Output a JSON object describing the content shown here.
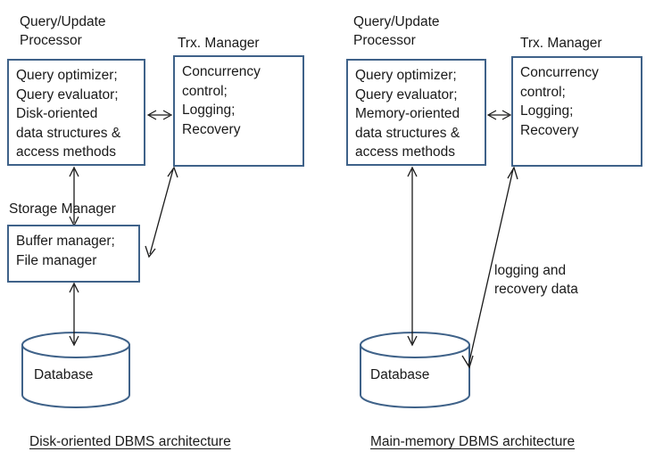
{
  "diagram": {
    "title_left": "Disk-oriented DBMS architecture",
    "title_right": "Main-memory DBMS architecture",
    "accent_border_color": "#3f6289",
    "arrow_color": "#1a1a1a",
    "background_color": "#ffffff"
  },
  "left": {
    "qup_heading": "Query/Update\nProcessor",
    "qup_box": "Query optimizer;\nQuery evaluator;\nDisk-oriented\ndata structures &\naccess methods",
    "trx_heading": "Trx. Manager",
    "trx_box": "Concurrency\ncontrol;\nLogging;\nRecovery",
    "storage_heading": "Storage Manager",
    "storage_box": "Buffer manager;\nFile manager",
    "database_label": "Database",
    "caption": "Disk-oriented DBMS architecture"
  },
  "right": {
    "qup_heading": "Query/Update\nProcessor",
    "qup_box": "Query optimizer;\nQuery evaluator;\nMemory-oriented\ndata structures &\naccess methods",
    "trx_heading": "Trx. Manager",
    "trx_box": "Concurrency\ncontrol;\nLogging;\nRecovery",
    "database_label": "Database",
    "edge_label": "logging and\nrecovery data",
    "caption": "Main-memory DBMS architecture"
  }
}
